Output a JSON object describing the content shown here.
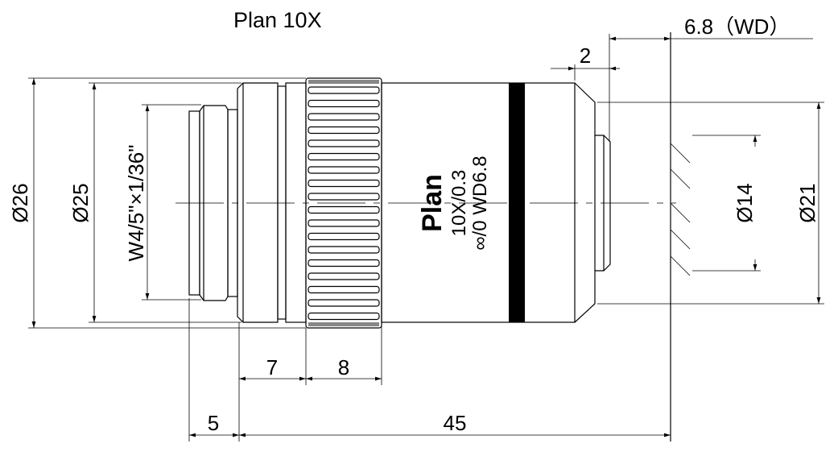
{
  "title": "Plan  10X",
  "dimensions": {
    "d26": "Ø26",
    "d25": "Ø25",
    "thread": "W4/5\"×1/36\"",
    "d14": "Ø14",
    "d21": "Ø21",
    "wd": "6.8（WD）",
    "front": "2",
    "collar": "7",
    "knurl": "8",
    "thread_len": "5",
    "parfocal": "45"
  },
  "engraving": {
    "line1": "Plan",
    "line2": "10X/0.3",
    "line3": "∞/0 WD6.8"
  },
  "colors": {
    "line": "#000000",
    "background": "#ffffff"
  }
}
